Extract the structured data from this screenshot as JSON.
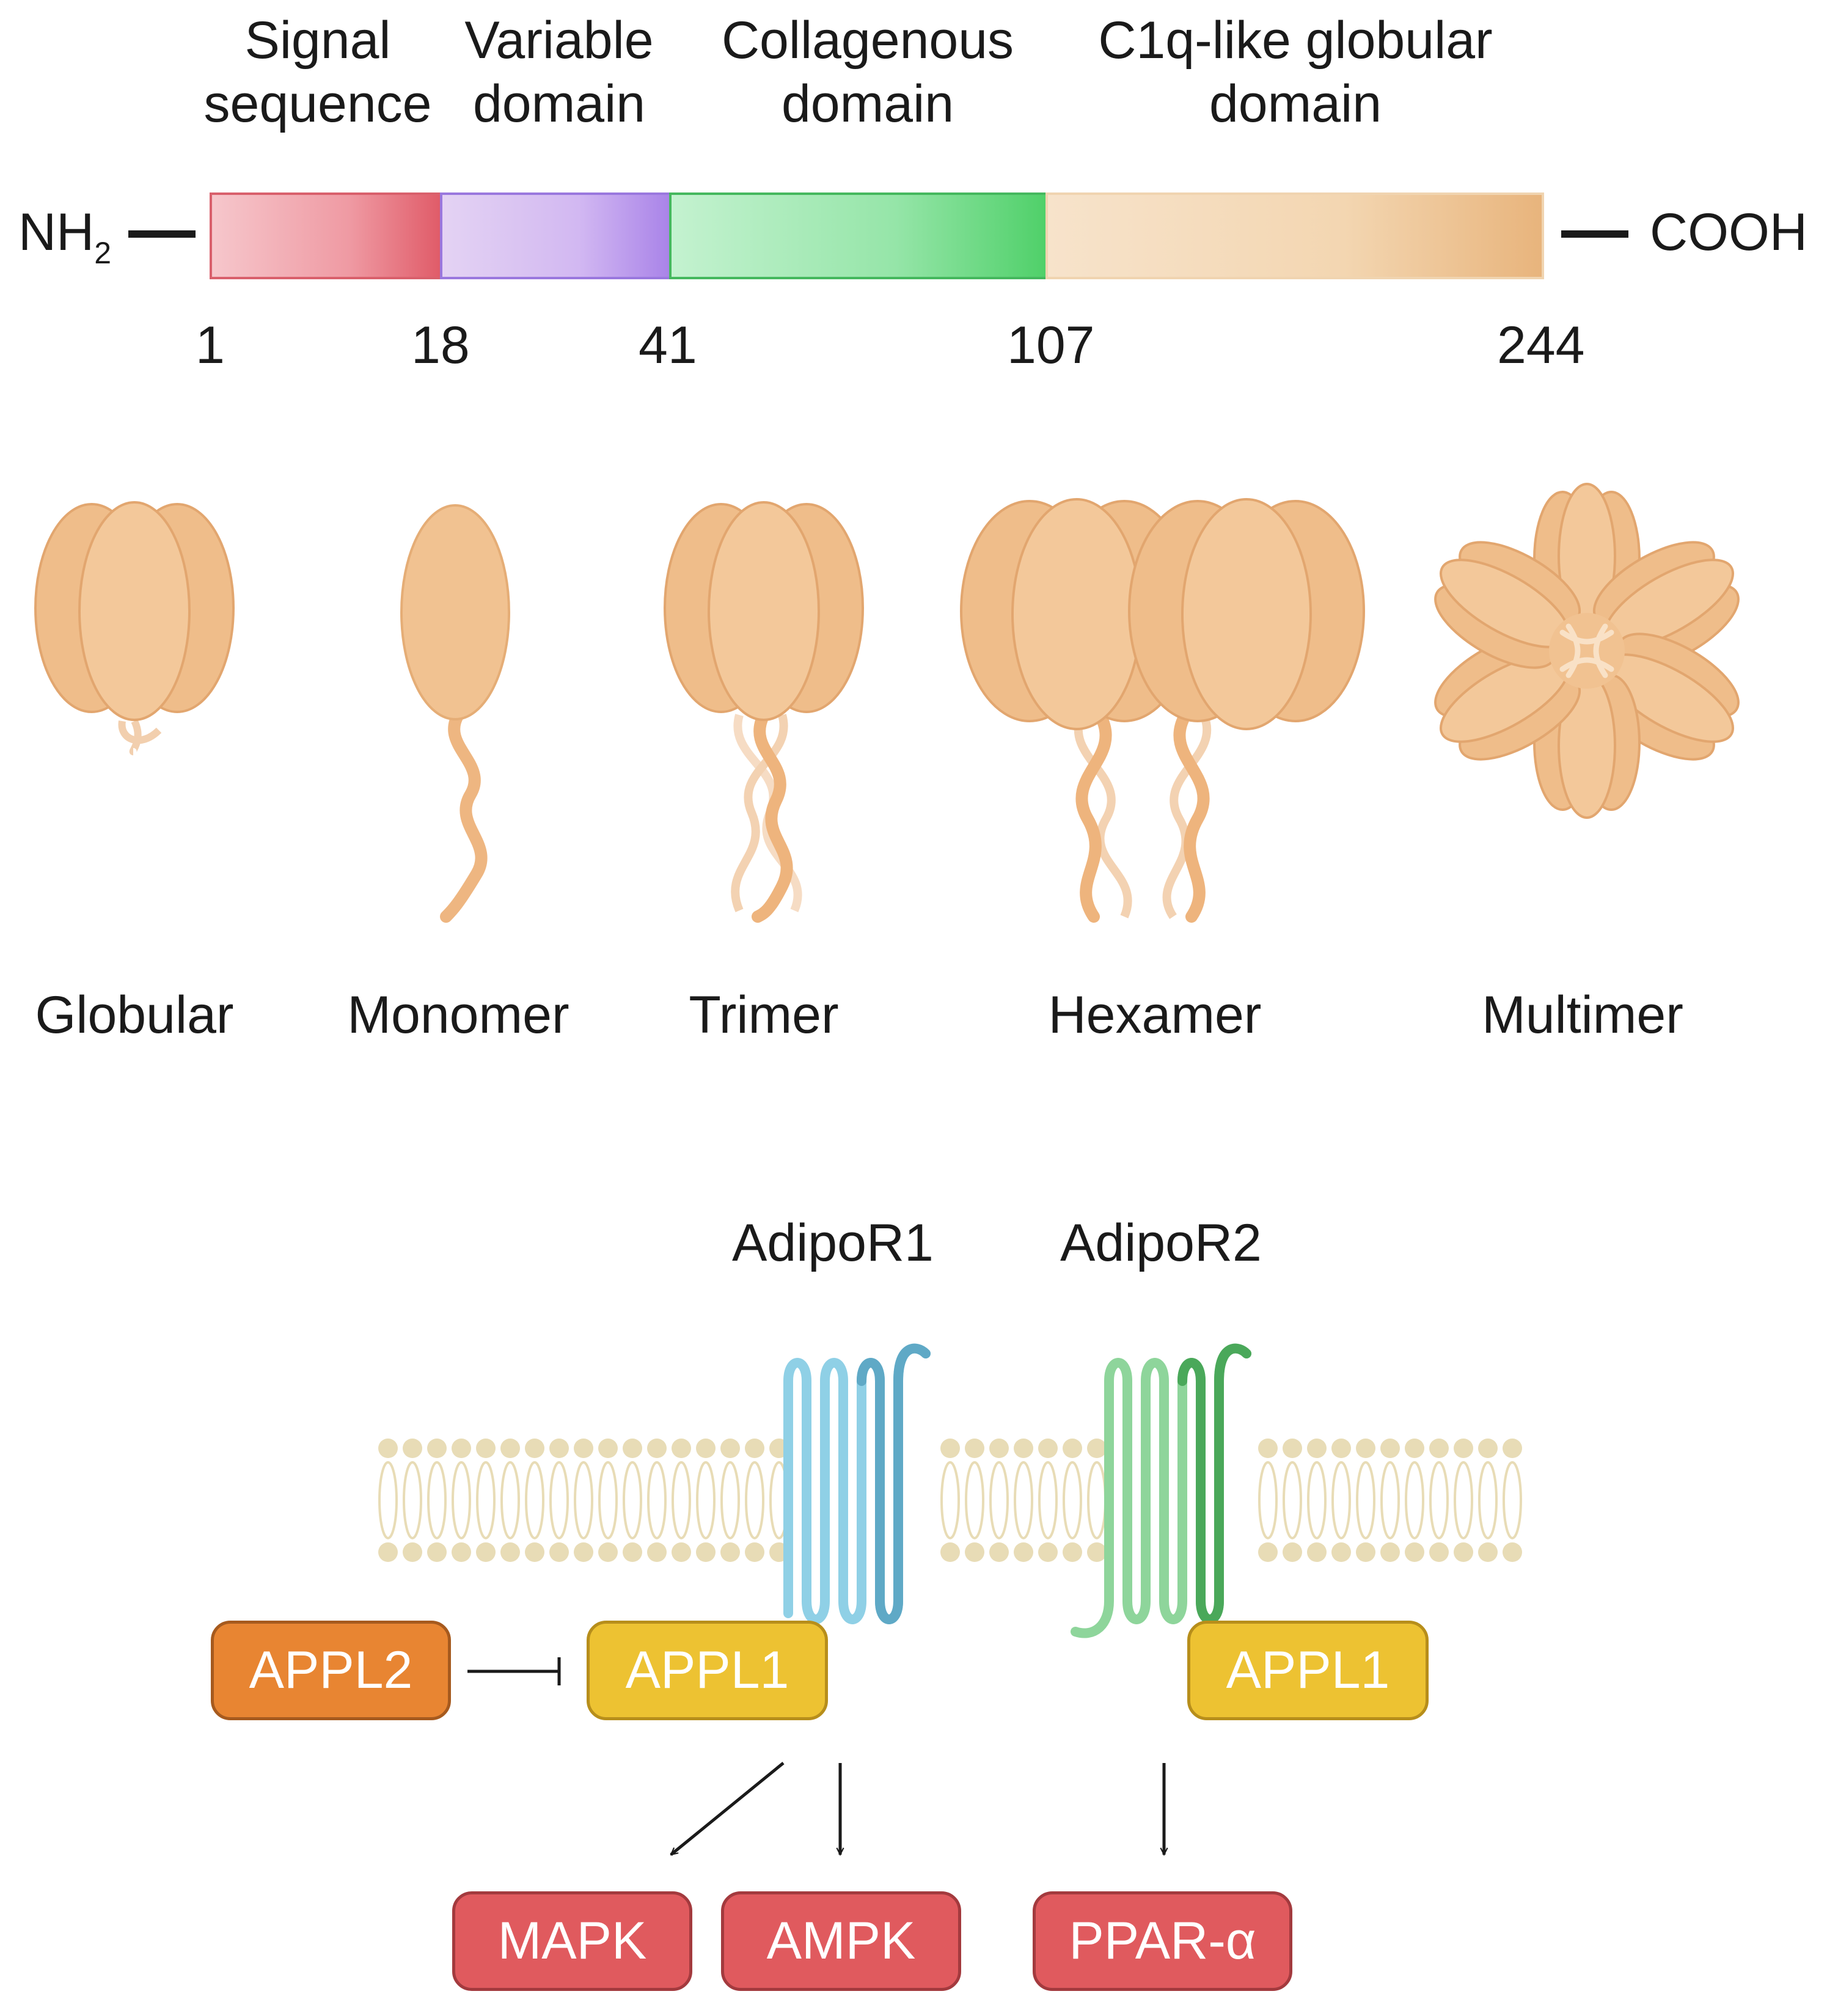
{
  "domain_headers": [
    {
      "line1": "Signal",
      "line2": "sequence"
    },
    {
      "line1": "Variable",
      "line2": "domain"
    },
    {
      "line1": "Collagenous",
      "line2": "domain"
    },
    {
      "line1": "C1q-like globular",
      "line2": "domain"
    }
  ],
  "terminals": {
    "n_main": "NH",
    "n_sub": "2",
    "c": "COOH"
  },
  "positions": [
    "1",
    "18",
    "41",
    "107",
    "244"
  ],
  "domain_colors": {
    "signal": "#e35b68",
    "variable": "#a983e8",
    "collagenous": "#4fd069",
    "globular": "#e8b47c"
  },
  "oligomers": [
    "Globular",
    "Monomer",
    "Trimer",
    "Hexamer",
    "Multimer"
  ],
  "oligomer_color": "#f1c08f",
  "receptors": [
    "AdipoR1",
    "AdipoR2"
  ],
  "receptor_colors": {
    "adipor1": "#5fb4d0",
    "adipor2": "#4aa85a"
  },
  "membrane_color": "#e8dcb6",
  "adaptors": {
    "appl2": "APPL2",
    "appl1_left": "APPL1",
    "appl1_right": "APPL1"
  },
  "targets": [
    "MAPK",
    "AMPK",
    "PPAR-α"
  ]
}
